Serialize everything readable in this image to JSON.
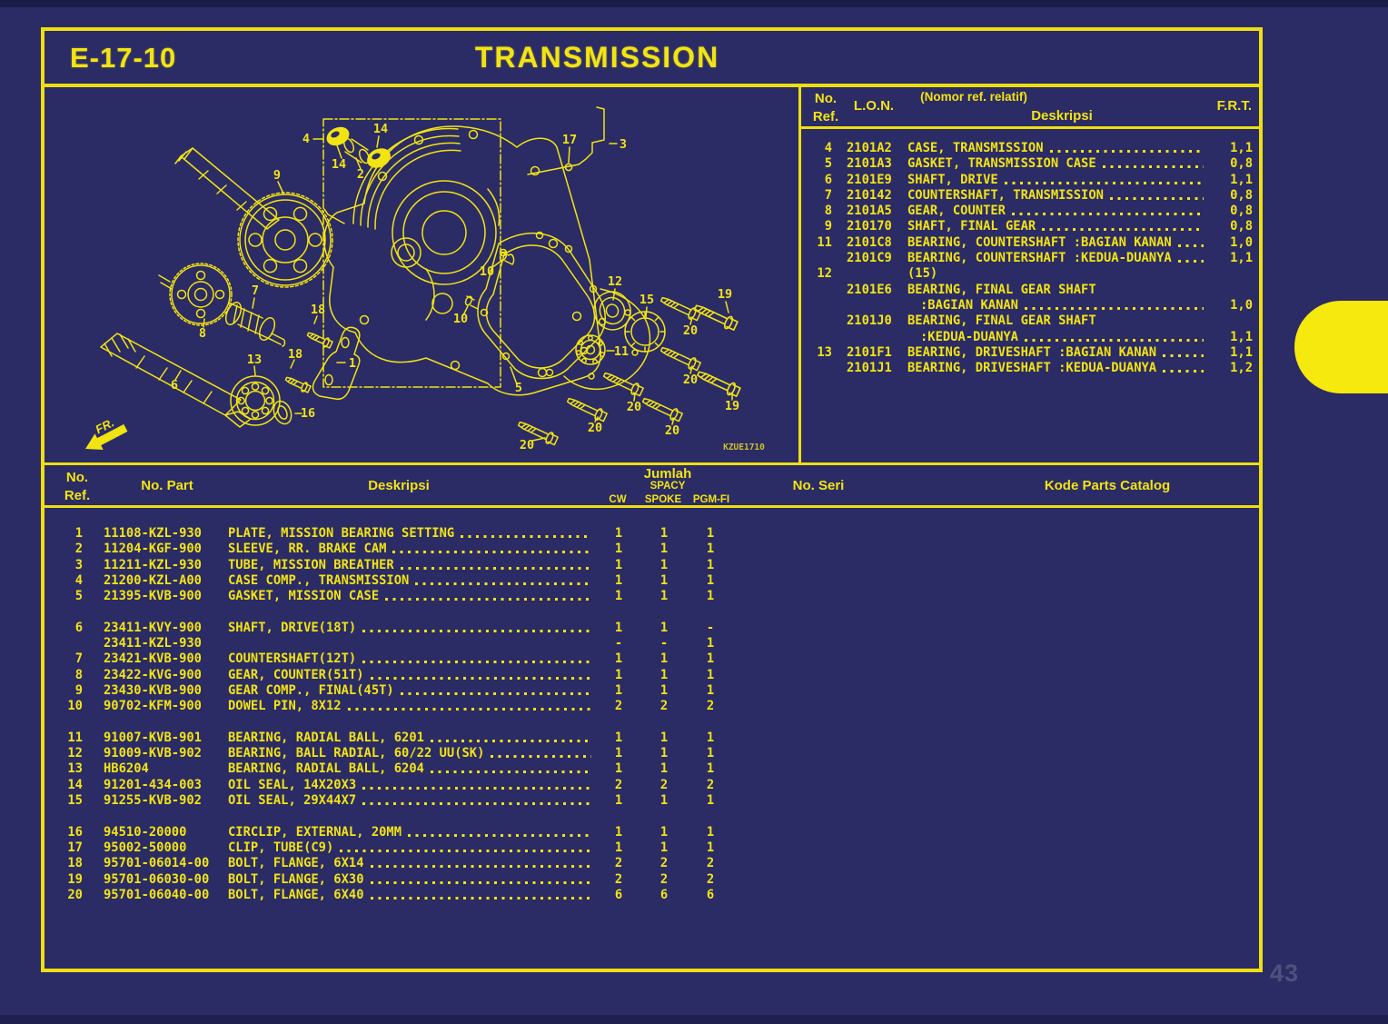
{
  "page": {
    "code": "E-17-10",
    "title": "TRANSMISSION",
    "page_number": "43",
    "diagram_code": "KZUE1710",
    "fr_label": "FR."
  },
  "lon_table": {
    "header": {
      "no_ref": "No.\nRef.",
      "lon": "L.O.N.",
      "relative_note": "(Nomor ref. relatif)",
      "deskripsi": "Deskripsi",
      "frt": "F.R.T."
    },
    "rows": [
      {
        "ref": "4",
        "lon": "2101A2",
        "desc": "CASE, TRANSMISSION",
        "indent": false,
        "dots": true,
        "frt": "1,1"
      },
      {
        "ref": "5",
        "lon": "2101A3",
        "desc": "GASKET, TRANSMISSION CASE",
        "indent": false,
        "dots": true,
        "frt": "0,8"
      },
      {
        "ref": "6",
        "lon": "2101E9",
        "desc": "SHAFT, DRIVE",
        "indent": false,
        "dots": true,
        "frt": "1,1"
      },
      {
        "ref": "7",
        "lon": "210142",
        "desc": "COUNTERSHAFT, TRANSMISSION",
        "indent": false,
        "dots": true,
        "frt": "0,8"
      },
      {
        "ref": "8",
        "lon": "2101A5",
        "desc": "GEAR, COUNTER",
        "indent": false,
        "dots": true,
        "frt": "0,8"
      },
      {
        "ref": "9",
        "lon": "210170",
        "desc": "SHAFT, FINAL GEAR",
        "indent": false,
        "dots": true,
        "frt": "0,8"
      },
      {
        "ref": "11",
        "lon": "2101C8",
        "desc": "BEARING, COUNTERSHAFT :BAGIAN KANAN",
        "indent": false,
        "dots": true,
        "frt": "1,0"
      },
      {
        "ref": "",
        "lon": "2101C9",
        "desc": "BEARING, COUNTERSHAFT :KEDUA-DUANYA",
        "indent": false,
        "dots": true,
        "frt": "1,1"
      },
      {
        "ref": "12",
        "lon": "",
        "desc": "(15)",
        "indent": false,
        "dots": false,
        "frt": ""
      },
      {
        "ref": "",
        "lon": "2101E6",
        "desc": "BEARING, FINAL GEAR SHAFT",
        "indent": false,
        "dots": false,
        "frt": ""
      },
      {
        "ref": "",
        "lon": "",
        "desc": ":BAGIAN KANAN",
        "indent": true,
        "dots": true,
        "frt": "1,0"
      },
      {
        "ref": "",
        "lon": "2101J0",
        "desc": "BEARING, FINAL GEAR SHAFT",
        "indent": false,
        "dots": false,
        "frt": ""
      },
      {
        "ref": "",
        "lon": "",
        "desc": ":KEDUA-DUANYA",
        "indent": true,
        "dots": true,
        "frt": "1,1"
      },
      {
        "ref": "13",
        "lon": "2101F1",
        "desc": "BEARING, DRIVESHAFT :BAGIAN KANAN",
        "indent": false,
        "dots": true,
        "frt": "1,1"
      },
      {
        "ref": "",
        "lon": "2101J1",
        "desc": "BEARING, DRIVESHAFT :KEDUA-DUANYA",
        "indent": false,
        "dots": true,
        "frt": "1,2"
      }
    ]
  },
  "parts_table": {
    "header": {
      "no_ref": "No.\nRef.",
      "no_part": "No. Part",
      "deskripsi": "Deskripsi",
      "jumlah": "Jumlah",
      "spacy": "SPACY",
      "cw": "CW",
      "spoke": "SPOKE",
      "pgm_fi": "PGM-FI",
      "no_seri": "No. Seri",
      "kode": "Kode Parts Catalog"
    },
    "rows": [
      {
        "ref": "1",
        "part": "11108-KZL-930",
        "desc": "PLATE, MISSION BEARING SETTING",
        "dots": true,
        "qty": [
          "1",
          "1",
          "1"
        ],
        "gap_before": false
      },
      {
        "ref": "2",
        "part": "11204-KGF-900",
        "desc": "SLEEVE, RR. BRAKE CAM",
        "dots": true,
        "qty": [
          "1",
          "1",
          "1"
        ],
        "gap_before": false
      },
      {
        "ref": "3",
        "part": "11211-KZL-930",
        "desc": "TUBE, MISSION BREATHER",
        "dots": true,
        "qty": [
          "1",
          "1",
          "1"
        ],
        "gap_before": false
      },
      {
        "ref": "4",
        "part": "21200-KZL-A00",
        "desc": "CASE COMP., TRANSMISSION",
        "dots": true,
        "qty": [
          "1",
          "1",
          "1"
        ],
        "gap_before": false
      },
      {
        "ref": "5",
        "part": "21395-KVB-900",
        "desc": "GASKET, MISSION CASE",
        "dots": true,
        "qty": [
          "1",
          "1",
          "1"
        ],
        "gap_before": false
      },
      {
        "ref": "6",
        "part": "23411-KVY-900",
        "desc": "SHAFT, DRIVE(18T)",
        "dots": true,
        "qty": [
          "1",
          "1",
          "-"
        ],
        "gap_before": true
      },
      {
        "ref": "",
        "part": "23411-KZL-930",
        "desc": "",
        "dots": true,
        "qty": [
          "-",
          "-",
          "1"
        ],
        "gap_before": false
      },
      {
        "ref": "7",
        "part": "23421-KVB-900",
        "desc": "COUNTERSHAFT(12T)",
        "dots": true,
        "qty": [
          "1",
          "1",
          "1"
        ],
        "gap_before": false
      },
      {
        "ref": "8",
        "part": "23422-KVG-900",
        "desc": "GEAR, COUNTER(51T)",
        "dots": true,
        "qty": [
          "1",
          "1",
          "1"
        ],
        "gap_before": false
      },
      {
        "ref": "9",
        "part": "23430-KVB-900",
        "desc": "GEAR COMP., FINAL(45T)",
        "dots": true,
        "qty": [
          "1",
          "1",
          "1"
        ],
        "gap_before": false
      },
      {
        "ref": "10",
        "part": "90702-KFM-900",
        "desc": "DOWEL PIN, 8X12",
        "dots": true,
        "qty": [
          "2",
          "2",
          "2"
        ],
        "gap_before": false
      },
      {
        "ref": "11",
        "part": "91007-KVB-901",
        "desc": "BEARING, RADIAL BALL, 6201",
        "dots": true,
        "qty": [
          "1",
          "1",
          "1"
        ],
        "gap_before": true
      },
      {
        "ref": "12",
        "part": "91009-KVB-902",
        "desc": "BEARING, BALL RADIAL, 60/22 UU(SK)",
        "dots": true,
        "qty": [
          "1",
          "1",
          "1"
        ],
        "gap_before": false
      },
      {
        "ref": "13",
        "part": "HB6204",
        "desc": "BEARING, RADIAL BALL, 6204",
        "dots": true,
        "qty": [
          "1",
          "1",
          "1"
        ],
        "gap_before": false
      },
      {
        "ref": "14",
        "part": "91201-434-003",
        "desc": "OIL SEAL, 14X20X3",
        "dots": true,
        "qty": [
          "2",
          "2",
          "2"
        ],
        "gap_before": false
      },
      {
        "ref": "15",
        "part": "91255-KVB-902",
        "desc": "OIL SEAL, 29X44X7",
        "dots": true,
        "qty": [
          "1",
          "1",
          "1"
        ],
        "gap_before": false
      },
      {
        "ref": "16",
        "part": "94510-20000",
        "desc": "CIRCLIP, EXTERNAL, 20MM",
        "dots": true,
        "qty": [
          "1",
          "1",
          "1"
        ],
        "gap_before": true
      },
      {
        "ref": "17",
        "part": "95002-50000",
        "desc": "CLIP, TUBE(C9)",
        "dots": true,
        "qty": [
          "1",
          "1",
          "1"
        ],
        "gap_before": false
      },
      {
        "ref": "18",
        "part": "95701-06014-00",
        "desc": "BOLT, FLANGE, 6X14",
        "dots": true,
        "qty": [
          "2",
          "2",
          "2"
        ],
        "gap_before": false
      },
      {
        "ref": "19",
        "part": "95701-06030-00",
        "desc": "BOLT, FLANGE, 6X30",
        "dots": true,
        "qty": [
          "2",
          "2",
          "2"
        ],
        "gap_before": false
      },
      {
        "ref": "20",
        "part": "95701-06040-00",
        "desc": "BOLT, FLANGE, 6X40",
        "dots": true,
        "qty": [
          "6",
          "6",
          "6"
        ],
        "gap_before": false
      }
    ]
  },
  "diagram": {
    "callouts": [
      "4",
      "14",
      "14",
      "2",
      "9",
      "7",
      "8",
      "6",
      "13",
      "18",
      "18",
      "1",
      "16",
      "17",
      "3",
      "10",
      "10",
      "12",
      "15",
      "11",
      "5",
      "19",
      "20",
      "20",
      "19",
      "20",
      "20",
      "20",
      "20"
    ]
  }
}
